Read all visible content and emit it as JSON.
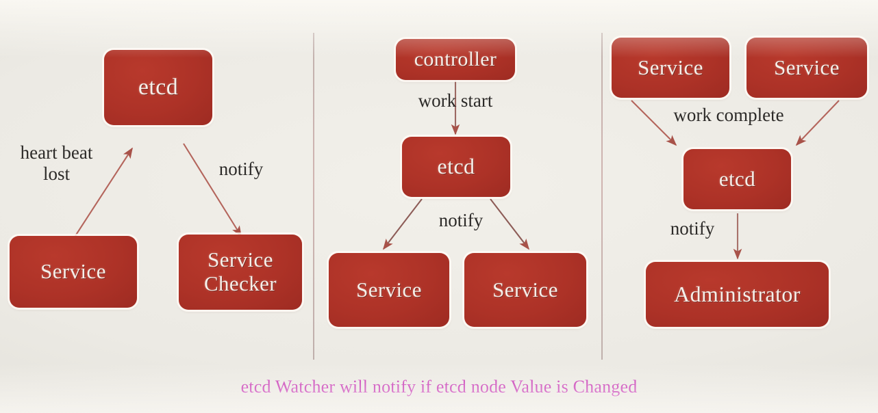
{
  "diagram": {
    "title": "etcd watcher notification patterns",
    "background_color": "#ebe9e3",
    "node_color": "#ad3227",
    "node_text_color": "#f6efe9",
    "arrow_color": "#b4584f",
    "label_color": "#2c2a28",
    "caption_color": "#c32ab0"
  },
  "caption": {
    "text": "etcd Watcher will notify if etcd node Value is Changed"
  },
  "panels": [
    {
      "id": "panel-heartbeat",
      "nodes": [
        {
          "id": "left-etcd",
          "label": "etcd"
        },
        {
          "id": "left-service",
          "label": "Service"
        },
        {
          "id": "left-service-checker",
          "label": "Service\nChecker"
        }
      ],
      "edge_labels": [
        {
          "id": "heart-beat-lost",
          "text": "heart beat\nlost"
        },
        {
          "id": "left-notify",
          "text": "notify"
        }
      ]
    },
    {
      "id": "panel-work-start",
      "nodes": [
        {
          "id": "mid-controller",
          "label": "controller"
        },
        {
          "id": "mid-etcd",
          "label": "etcd"
        },
        {
          "id": "mid-service-1",
          "label": "Service"
        },
        {
          "id": "mid-service-2",
          "label": "Service"
        }
      ],
      "edge_labels": [
        {
          "id": "work-start",
          "text": "work start"
        },
        {
          "id": "mid-notify",
          "text": "notify"
        }
      ]
    },
    {
      "id": "panel-work-complete",
      "nodes": [
        {
          "id": "right-service-1",
          "label": "Service"
        },
        {
          "id": "right-service-2",
          "label": "Service"
        },
        {
          "id": "right-etcd",
          "label": "etcd"
        },
        {
          "id": "right-administrator",
          "label": "Administrator"
        }
      ],
      "edge_labels": [
        {
          "id": "work-complete",
          "text": "work complete"
        },
        {
          "id": "right-notify",
          "text": "notify"
        }
      ]
    }
  ]
}
